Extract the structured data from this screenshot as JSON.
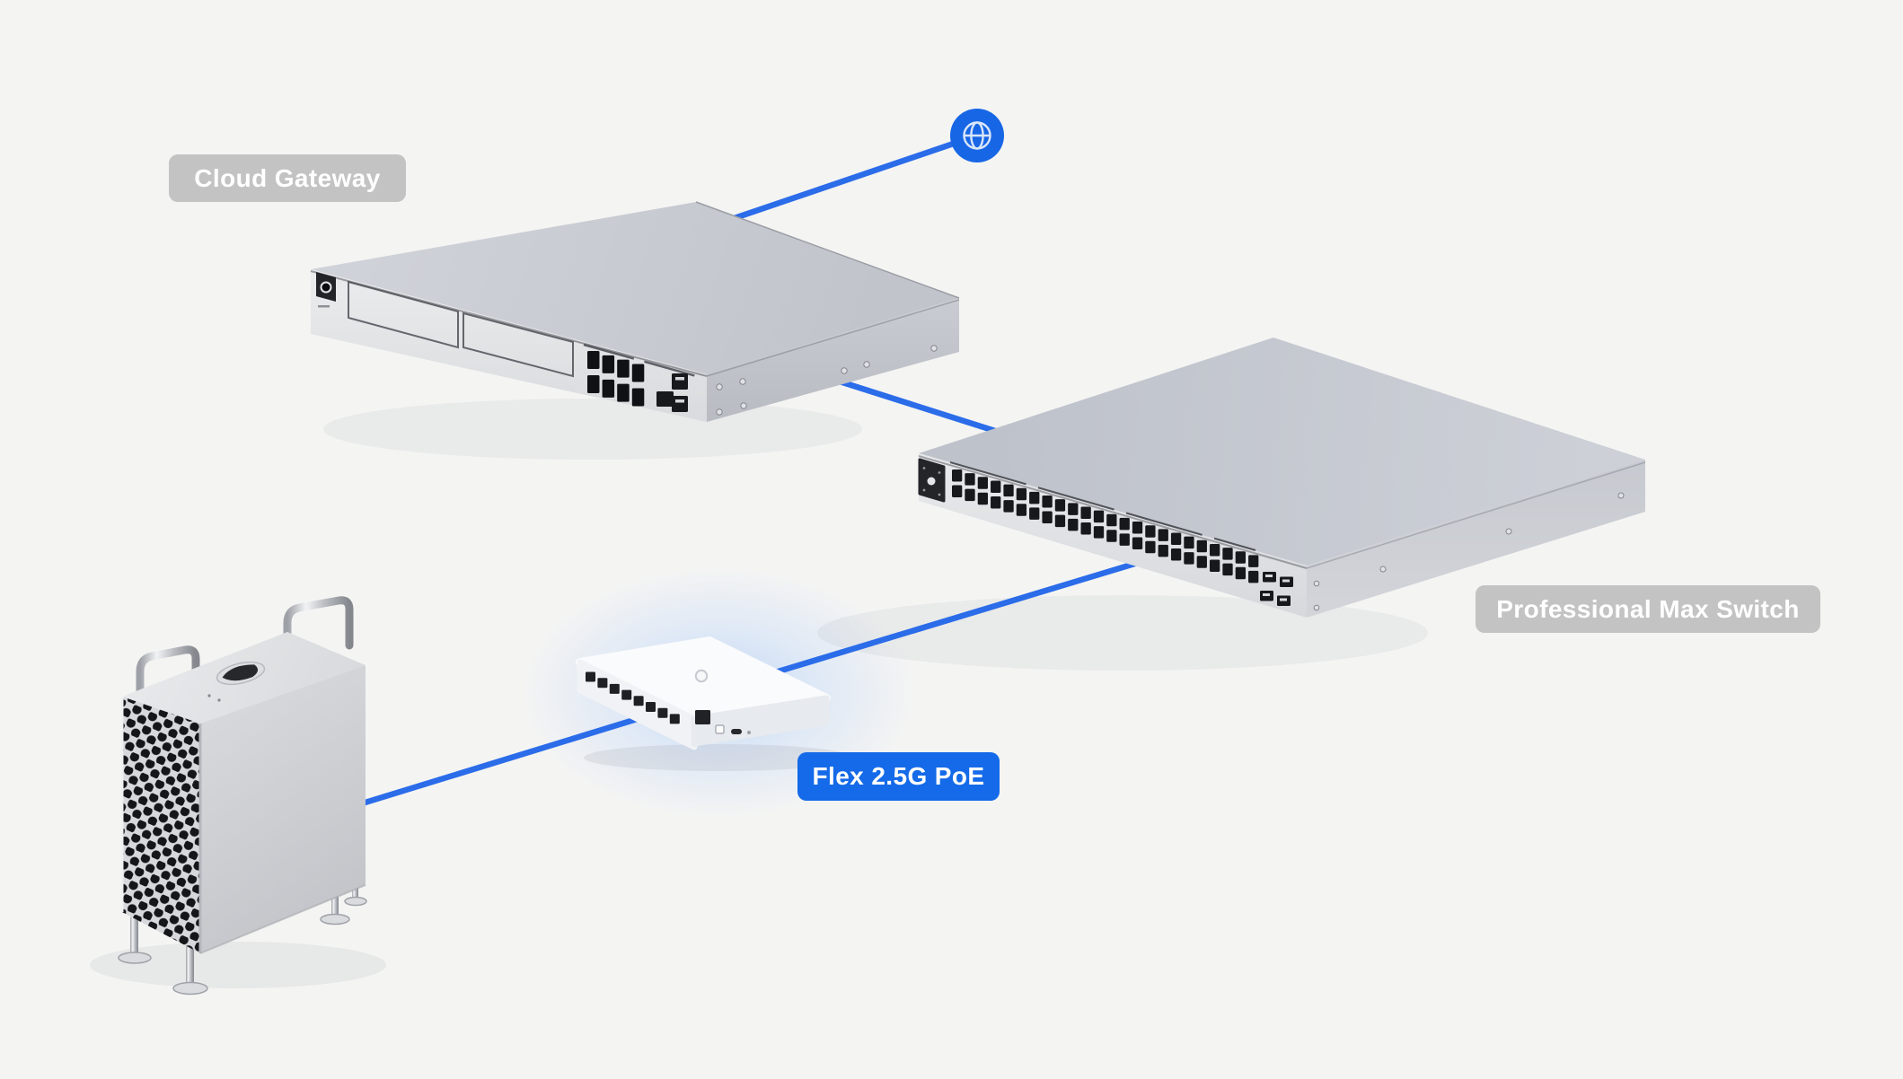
{
  "labels": {
    "cloud_gateway": "Cloud Gateway",
    "professional_max_switch": "Professional Max Switch",
    "flex_2_5g_poe": "Flex 2.5G PoE"
  },
  "icons": {
    "internet": "globe-icon"
  },
  "colors": {
    "background": "#f4f4f3",
    "connection_line_blue": "#2b6ce9",
    "globe_circle_blue": "#1766e5",
    "flex_badge_blue": "#146ae8",
    "caption_badge_gray": "#c3c3c4",
    "device_metal_gray": "#c5c8cf"
  }
}
